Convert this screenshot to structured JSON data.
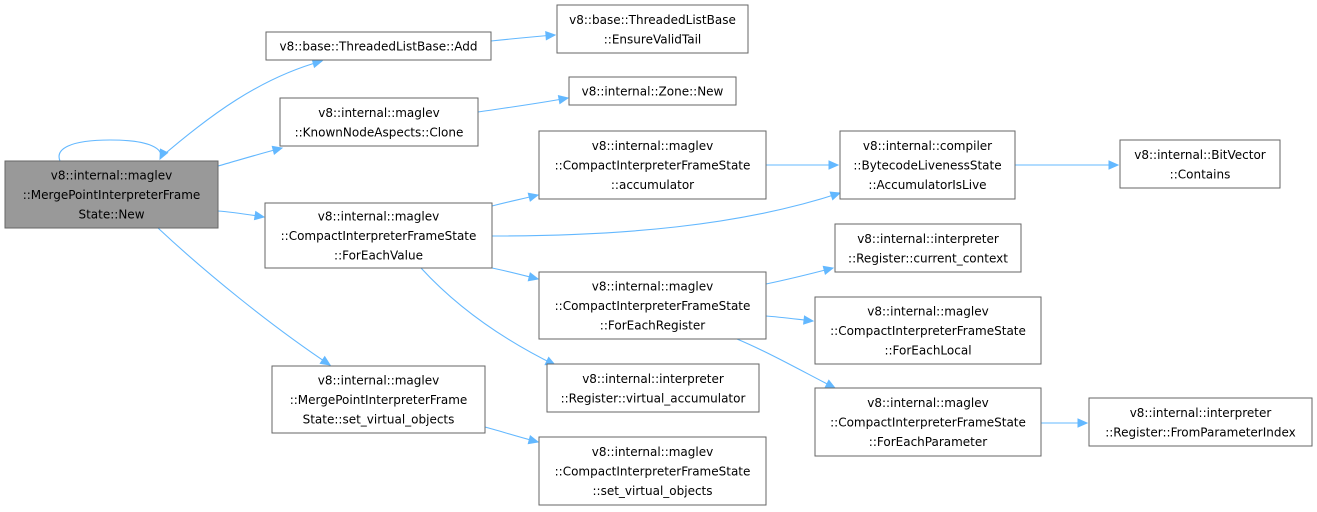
{
  "colors": {
    "edge": "#63b8ff",
    "root_fill": "#999999",
    "node_border": "#666666"
  },
  "nodes": {
    "root": {
      "lines": [
        "v8::internal::maglev",
        "::MergePointInterpreterFrame",
        "State::New"
      ]
    },
    "tl_add": {
      "lines": [
        "v8::base::ThreadedListBase::Add"
      ]
    },
    "tl_evt": {
      "lines": [
        "v8::base::ThreadedListBase",
        "::EnsureValidTail"
      ]
    },
    "kna_clone": {
      "lines": [
        "v8::internal::maglev",
        "::KnownNodeAspects::Clone"
      ]
    },
    "zone_new": {
      "lines": [
        "v8::internal::Zone::New"
      ]
    },
    "cifs_acc": {
      "lines": [
        "v8::internal::maglev",
        "::CompactInterpreterFrameState",
        "::accumulator"
      ]
    },
    "bls_acc": {
      "lines": [
        "v8::internal::compiler",
        "::BytecodeLivenessState",
        "::AccumulatorIsLive"
      ]
    },
    "bitvec": {
      "lines": [
        "v8::internal::BitVector",
        "::Contains"
      ]
    },
    "cifs_fev": {
      "lines": [
        "v8::internal::maglev",
        "::CompactInterpreterFrameState",
        "::ForEachValue"
      ]
    },
    "reg_cc": {
      "lines": [
        "v8::internal::interpreter",
        "::Register::current_context"
      ]
    },
    "cifs_fer": {
      "lines": [
        "v8::internal::maglev",
        "::CompactInterpreterFrameState",
        "::ForEachRegister"
      ]
    },
    "cifs_fel": {
      "lines": [
        "v8::internal::maglev",
        "::CompactInterpreterFrameState",
        "::ForEachLocal"
      ]
    },
    "reg_va": {
      "lines": [
        "v8::internal::interpreter",
        "::Register::virtual_accumulator"
      ]
    },
    "cifs_fep": {
      "lines": [
        "v8::internal::maglev",
        "::CompactInterpreterFrameState",
        "::ForEachParameter"
      ]
    },
    "reg_fpi": {
      "lines": [
        "v8::internal::interpreter",
        "::Register::FromParameterIndex"
      ]
    },
    "mpifs_svo": {
      "lines": [
        "v8::internal::maglev",
        "::MergePointInterpreterFrame",
        "State::set_virtual_objects"
      ]
    },
    "cifs_svo": {
      "lines": [
        "v8::internal::maglev",
        "::CompactInterpreterFrameState",
        "::set_virtual_objects"
      ]
    }
  },
  "edges": [
    [
      "root",
      "root"
    ],
    [
      "root",
      "tl_add"
    ],
    [
      "tl_add",
      "tl_evt"
    ],
    [
      "root",
      "kna_clone"
    ],
    [
      "kna_clone",
      "zone_new"
    ],
    [
      "root",
      "cifs_fev"
    ],
    [
      "cifs_fev",
      "cifs_acc"
    ],
    [
      "cifs_acc",
      "bls_acc"
    ],
    [
      "bls_acc",
      "bitvec"
    ],
    [
      "cifs_fev",
      "bls_acc"
    ],
    [
      "cifs_fev",
      "cifs_fer"
    ],
    [
      "cifs_fer",
      "reg_cc"
    ],
    [
      "cifs_fer",
      "cifs_fel"
    ],
    [
      "cifs_fer",
      "cifs_fep"
    ],
    [
      "cifs_fep",
      "reg_fpi"
    ],
    [
      "cifs_fev",
      "reg_va"
    ],
    [
      "root",
      "mpifs_svo"
    ],
    [
      "mpifs_svo",
      "cifs_svo"
    ]
  ]
}
